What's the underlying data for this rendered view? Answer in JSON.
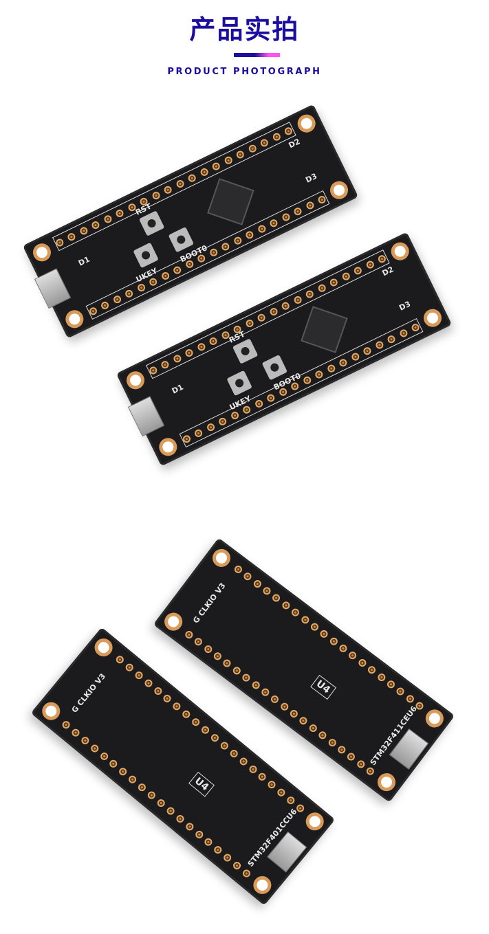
{
  "header": {
    "title": "产品实拍",
    "subtitle": "PRODUCT PHOTOGRAPH",
    "accent_colors": [
      "#1a0da0",
      "#ff55ee"
    ]
  },
  "front_labels": {
    "rst": "RST",
    "ukey": "UKEY",
    "boot": "BOOT0",
    "d1": "D1",
    "d2": "D2",
    "d3": "D3"
  },
  "back_boards": [
    {
      "brand": "G CLKIO V3",
      "ic": "U4",
      "model": "STM32F411CEU6"
    },
    {
      "brand": "G CLKIO V3",
      "ic": "U4",
      "model": "STM32F401CCU6"
    }
  ]
}
